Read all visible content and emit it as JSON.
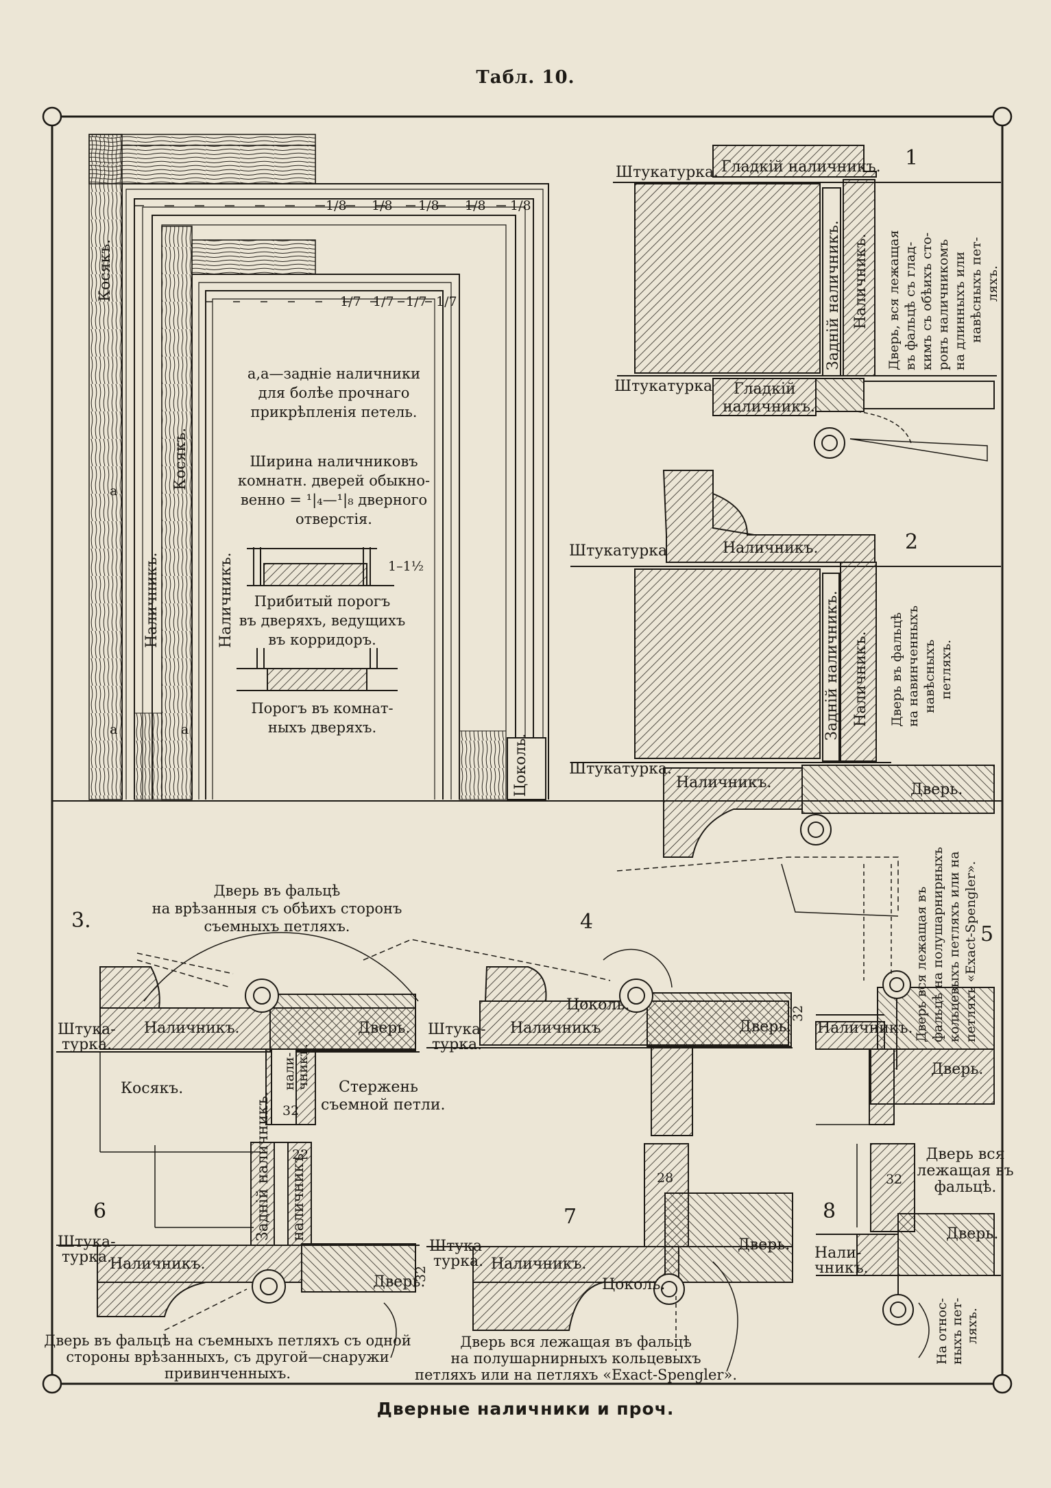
{
  "plate": {
    "header": "Табл. 10.",
    "footer": "Дверные наличники и проч."
  },
  "elevation": {
    "outer_post_label": "Косякъ.",
    "outer_trim_label": "Наличникъ.",
    "inner_post_label": "Косякъ.",
    "inner_trim_label": "Наличникъ.",
    "plinth_label": "Цоколь.",
    "marker_a": "a",
    "fraction_outer": "1/8",
    "fraction_inner": "1/7",
    "note_back_trim": [
      "a,a—задніе наличники",
      "для болѣе прочнаго",
      "прикрѣпленія петель."
    ],
    "note_width": [
      "Ширина наличниковъ",
      "комнатн. дверей обыкно-",
      "венно = ¹|₄—¹|₈ дверного",
      "отверстія."
    ],
    "threshold_dim": "1–1½",
    "caption_threshold1": [
      "Прибитый порогъ",
      "въ дверяхъ, ведущихъ",
      "въ корридоръ."
    ],
    "caption_threshold2": [
      "Порогъ въ комнат-",
      "ныхъ дверяхъ."
    ]
  },
  "detail1": {
    "number": "1",
    "label_plaster_top": "Штукатурка.",
    "label_smooth_top": "Гладкій наличникъ.",
    "label_back_trim": "Задній наличникъ.",
    "label_trim": "Наличникъ.",
    "label_plaster_bottom": "Штукатурка",
    "label_smooth_bottom": [
      "Гладкій",
      "наличникъ."
    ],
    "caption": [
      "Дверь, вся лежащая",
      "въ фальцѣ съ глад-",
      "кимъ съ обѣихъ сто-",
      "ронъ наличникомъ",
      "на длинныхъ или",
      "навѣсныхъ пет-",
      "ляхъ."
    ]
  },
  "detail2": {
    "number": "2",
    "label_plaster_top": "Штукатурка",
    "label_trim_top": "Наличникъ.",
    "label_back_trim": "Задній наличникъ.",
    "label_trim": "Наличникъ.",
    "label_plaster_bottom": "Штукатурка.",
    "label_trim_bottom": "Наличникъ.",
    "label_door": "Дверь.",
    "caption": [
      "Дверь въ фальцѣ",
      "на навинченныхъ",
      "навѣсныхъ",
      "петляхъ."
    ]
  },
  "detail3": {
    "number": "3.",
    "caption": [
      "Дверь въ фальцѣ",
      "на врѣзанныя съ обѣихъ сторонъ",
      "съемныхъ петляхъ."
    ],
    "label_plaster": [
      "Штука-",
      "турка."
    ],
    "label_trim": "Наличникъ.",
    "label_door": "Дверь.",
    "label_post": "Косякъ.",
    "label_trim_small": [
      "нали-",
      "чникъ."
    ],
    "label_pin": [
      "Стержень",
      "съемной петли."
    ],
    "dim": "32"
  },
  "detail4": {
    "number": "4",
    "label_plinth": "Цоколь.",
    "label_plaster": [
      "Штука-",
      "турка."
    ],
    "label_trim": "Наличникъ",
    "label_door": "Дверь.",
    "dim": "32"
  },
  "detail5": {
    "number": "5",
    "label_trim": "Наличникъ.",
    "label_door": "Дверь.",
    "caption": [
      "Дверь вся лежащая въ",
      "фальцѣ на полушарнирныхъ",
      "кольцевыхъ петляхъ или на",
      "петляхъ «Exact-Spengler»."
    ]
  },
  "detail6": {
    "number": "6",
    "label_plaster": [
      "Штука-",
      "турка."
    ],
    "label_trim": "Наличникъ.",
    "label_back_trim": "Задній наличникъ.",
    "label_trim_v": "наличникъ.",
    "label_door": "Дверь.",
    "dim": "32",
    "dim_top": "22",
    "caption": [
      "Дверь въ фальцѣ на съемныхъ петляхъ съ одной",
      "стороны врѣзанныхъ, съ другой—снаружи",
      "привинченныхъ."
    ]
  },
  "detail7": {
    "number": "7",
    "label_plaster": [
      "Штука-",
      "турка."
    ],
    "label_trim": "Наличникъ.",
    "label_plinth": "Цоколь.",
    "label_door": "Дверь.",
    "dim": "28",
    "caption": [
      "Дверь вся лежащая въ фальцѣ",
      "на полушарнирныхъ кольцевыхъ",
      "петляхъ или на петляхъ «Exact-Spengler»."
    ]
  },
  "detail8": {
    "number": "8",
    "label_trim": [
      "Нали-",
      "чникъ."
    ],
    "label_door": "Дверь.",
    "dim": "32",
    "caption_top": [
      "Дверь вся",
      "лежащая въ",
      "фальцѣ."
    ],
    "caption_side": [
      "На относ-",
      "ныхъ пет-",
      "ляхъ."
    ]
  }
}
